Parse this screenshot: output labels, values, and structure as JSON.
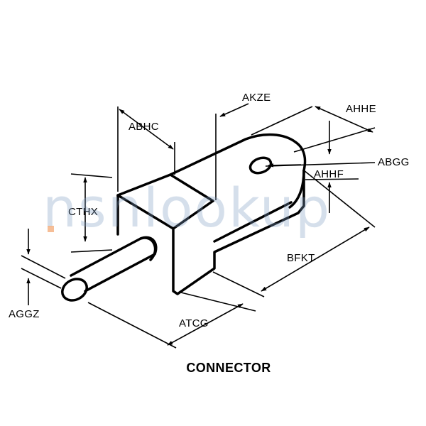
{
  "title": "CONNECTOR",
  "watermark": "nsnlookup",
  "colors": {
    "line": "#000000",
    "background": "#ffffff",
    "watermark": "#7f9fc4",
    "watermark_dot": "#f2a26b"
  },
  "dimensions": {
    "akze": "AKZE",
    "ahhe": "AHHE",
    "abhc": "ABHC",
    "abgg": "ABGG",
    "ahhf": "AHHF",
    "cthx": "CTHX",
    "bfkt": "BFKT",
    "aggz": "AGGZ",
    "atcg": "ATCG"
  }
}
